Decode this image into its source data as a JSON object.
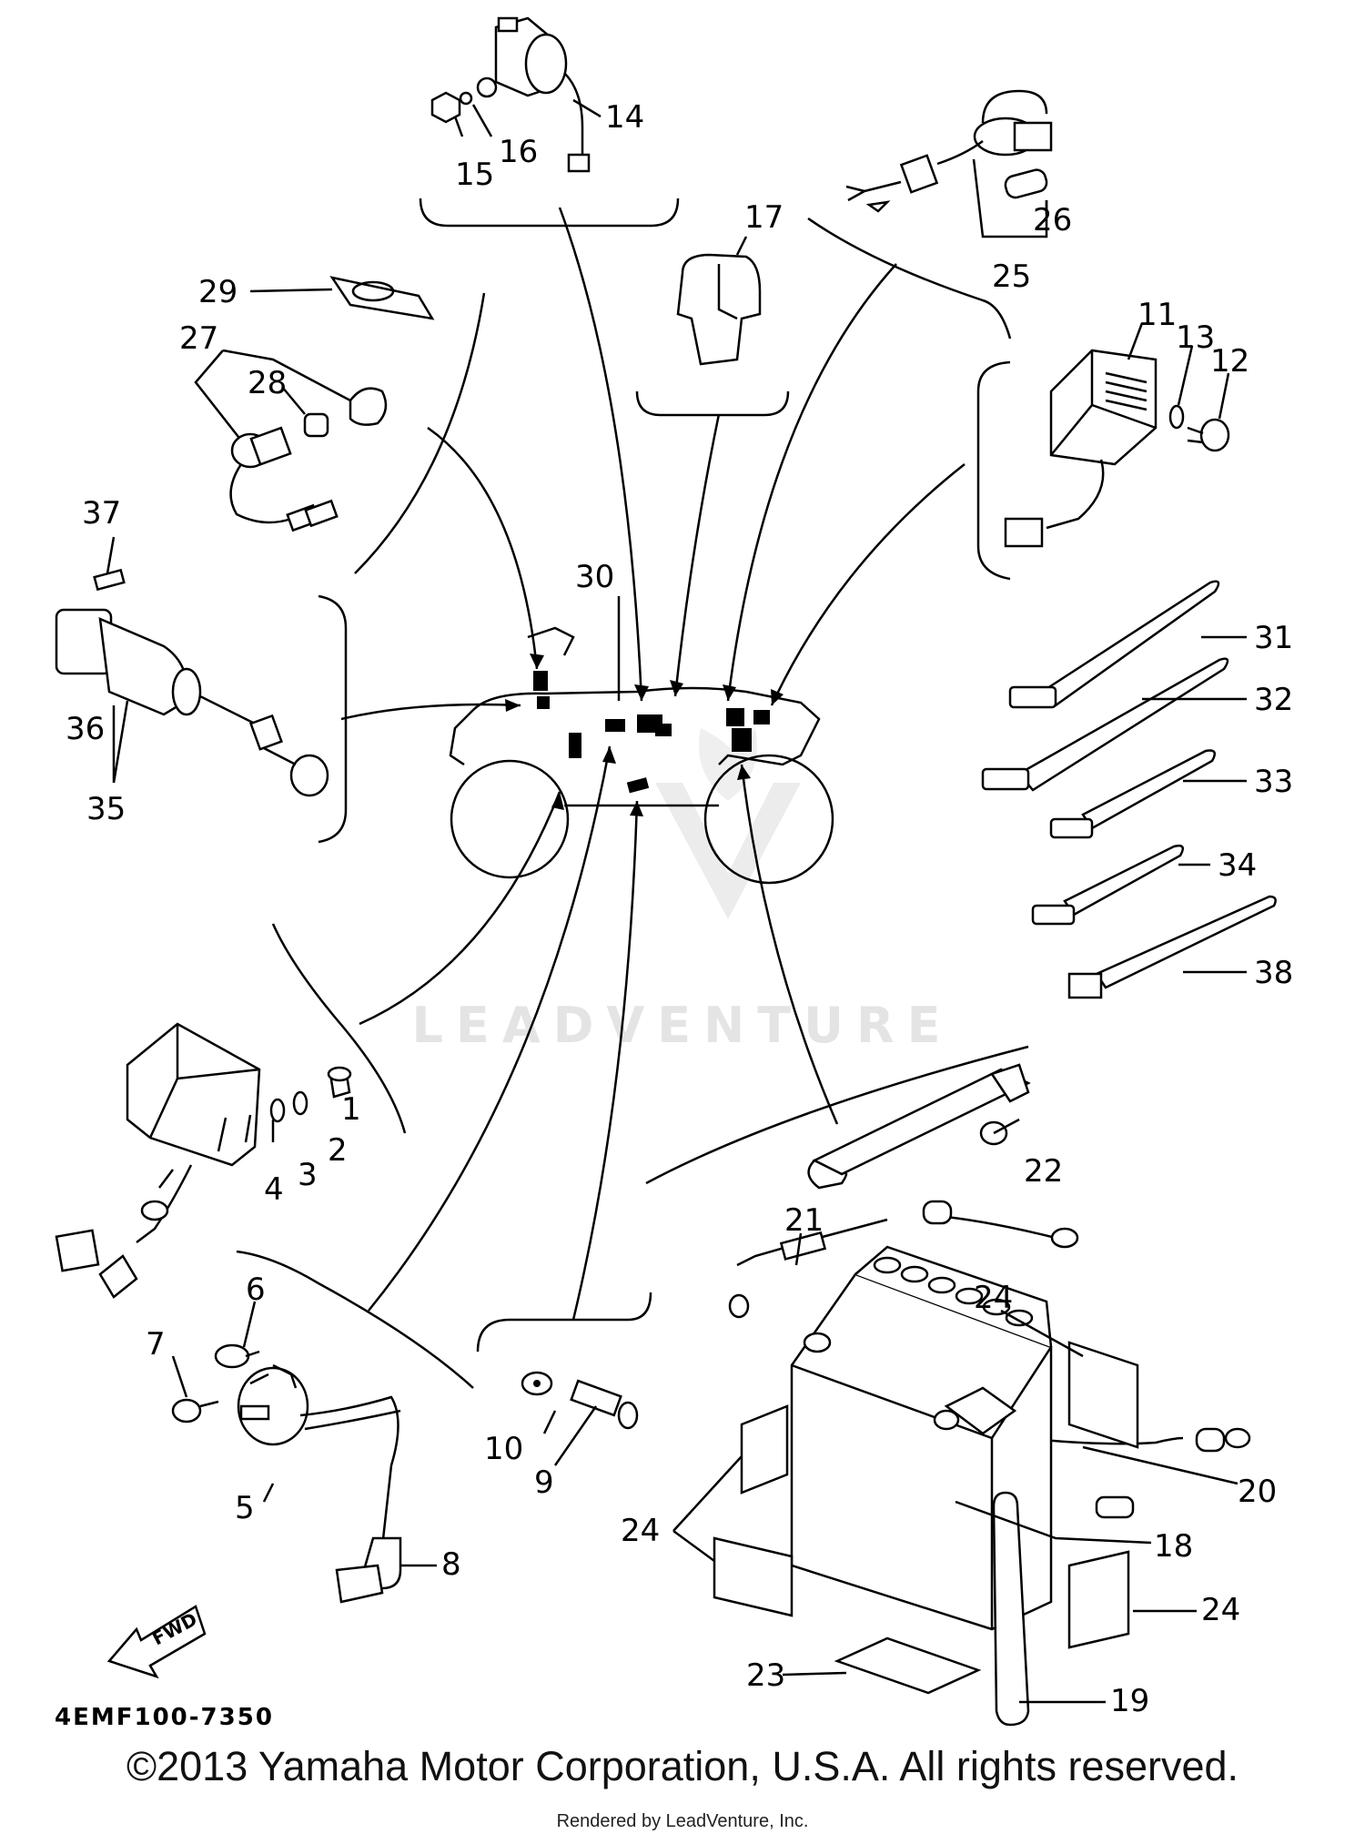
{
  "diagram_code": "4EMF100-7350",
  "fwd_label": "FWD",
  "watermark_text": "LEADVENTURE",
  "copyright": "©2013 Yamaha Motor Corporation, U.S.A. All rights reserved.",
  "rendered_by": "Rendered by LeadVenture, Inc.",
  "callouts": {
    "c1": "1",
    "c2": "2",
    "c3": "3",
    "c4": "4",
    "c5": "5",
    "c6": "6",
    "c7": "7",
    "c8": "8",
    "c9": "9",
    "c10": "10",
    "c11": "11",
    "c12": "12",
    "c13": "13",
    "c14": "14",
    "c15": "15",
    "c16": "16",
    "c17": "17",
    "c18": "18",
    "c19": "19",
    "c20": "20",
    "c21": "21",
    "c22": "22",
    "c23": "23",
    "c24a": "24",
    "c24b": "24",
    "c24c": "24",
    "c25": "25",
    "c26": "26",
    "c27": "27",
    "c28": "28",
    "c29": "29",
    "c30": "30",
    "c31": "31",
    "c32": "32",
    "c33": "33",
    "c34": "34",
    "c35": "35",
    "c36": "36",
    "c37": "37",
    "c38": "38"
  }
}
